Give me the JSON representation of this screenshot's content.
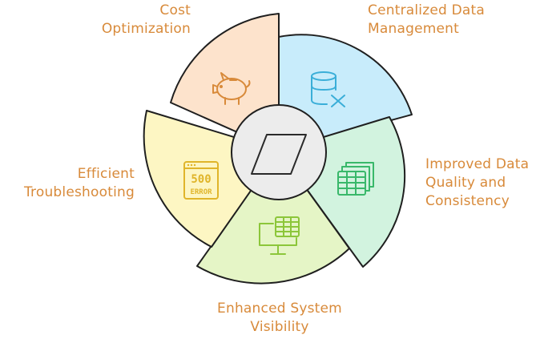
{
  "diagram": {
    "center_icon": "parallelogram-icon",
    "segments": [
      {
        "id": "cost",
        "lines": [
          "Cost",
          "Optimization"
        ],
        "icon": "piggy-bank-icon",
        "fill": "#fde3cc",
        "stroke": "#1f1f1f",
        "icon_color": "#d88a3a"
      },
      {
        "id": "centralized",
        "lines": [
          "Centralized Data",
          "Management"
        ],
        "icon": "database-x-icon",
        "fill": "#c8ecfb",
        "stroke": "#1f1f1f",
        "icon_color": "#3aaed8"
      },
      {
        "id": "quality",
        "lines": [
          "Improved Data",
          "Quality and",
          "Consistency"
        ],
        "icon": "table-stack-icon",
        "fill": "#d2f3df",
        "stroke": "#1f1f1f",
        "icon_color": "#39b86a"
      },
      {
        "id": "visibility",
        "lines": [
          "Enhanced System",
          "Visibility"
        ],
        "icon": "monitor-table-icon",
        "fill": "#e5f5c6",
        "stroke": "#1f1f1f",
        "icon_color": "#8cc63a"
      },
      {
        "id": "troubleshooting",
        "lines": [
          "Efficient",
          "Troubleshooting"
        ],
        "icon": "error-500-icon",
        "fill": "#fdf6c3",
        "stroke": "#1f1f1f",
        "icon_color": "#e0b52a",
        "icon_text": [
          "500",
          "ERROR"
        ]
      }
    ],
    "colors": {
      "label": "#d88a3a",
      "hub_fill": "#ececec",
      "hub_stroke": "#1f1f1f"
    }
  }
}
